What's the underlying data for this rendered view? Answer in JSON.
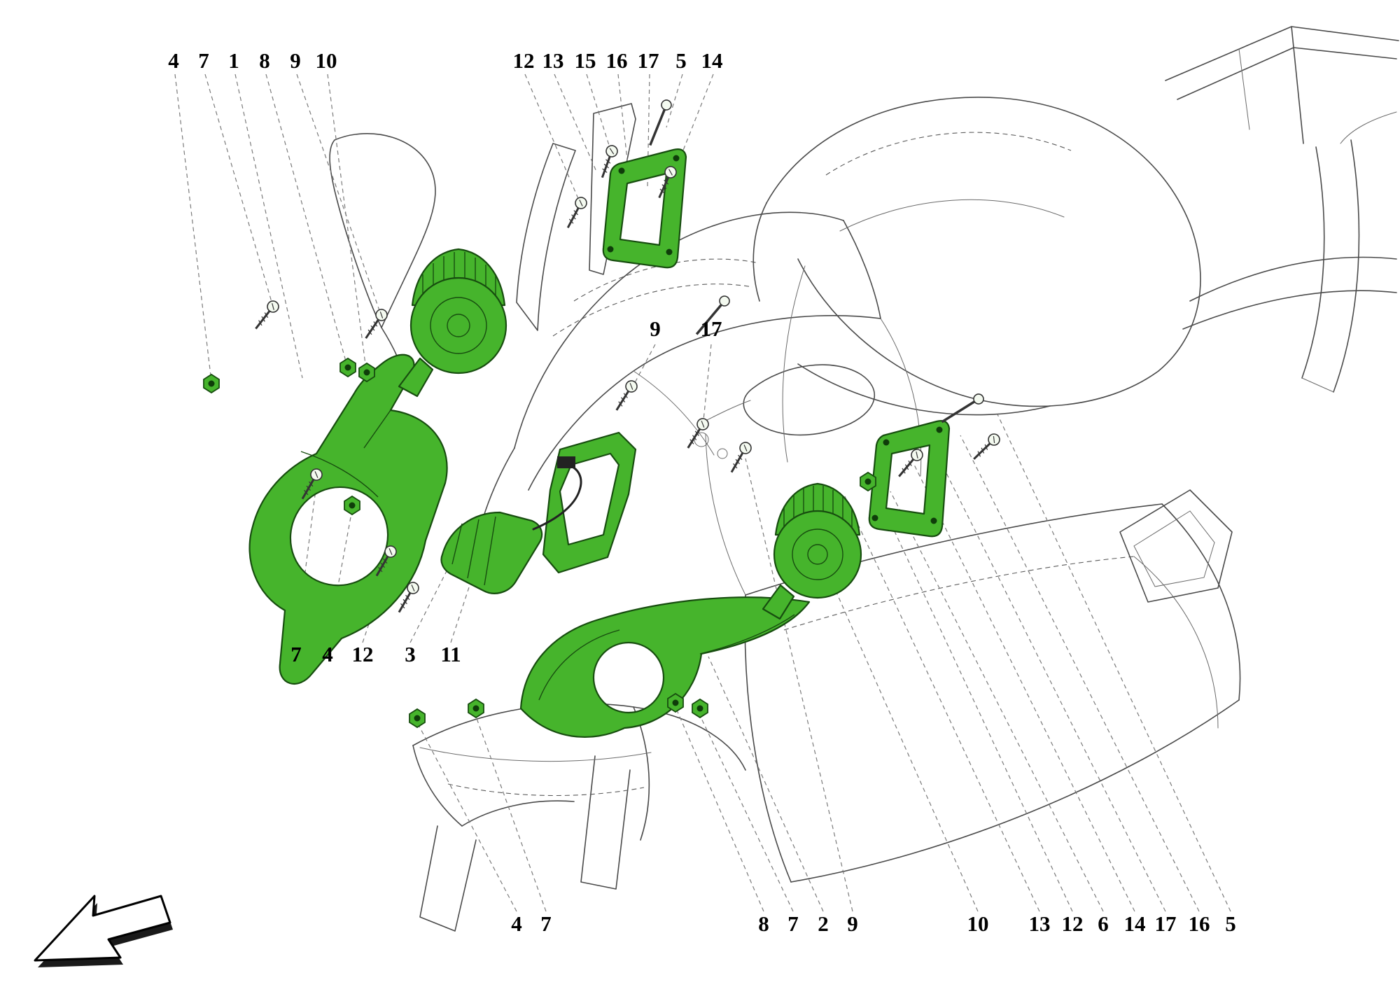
{
  "diagram": {
    "kind": "exploded-parts-diagram"
  },
  "colors": {
    "part_highlight": "#46b42c",
    "part_outline": "#174d0f",
    "line_art": "#4a4a4a",
    "leader_line": "#7a7a7a",
    "background": "#ffffff",
    "callout_text": "#000000"
  },
  "icons": {
    "direction_arrow": "outline-arrow-pointing-down-left"
  },
  "callout_groups": {
    "top_left": [
      "4",
      "7",
      "1",
      "8",
      "9",
      "10"
    ],
    "top_center": [
      "12",
      "13",
      "15",
      "16",
      "17",
      "5",
      "14"
    ],
    "middle": [
      "9",
      "17"
    ],
    "lower_left": [
      "7",
      "4",
      "12",
      "3",
      "11"
    ],
    "bottom_left": [
      "4",
      "7"
    ],
    "bottom_center": [
      "8",
      "7",
      "2",
      "9"
    ],
    "bottom_right": [
      "10",
      "13",
      "12",
      "6",
      "14",
      "17",
      "16",
      "5"
    ]
  }
}
